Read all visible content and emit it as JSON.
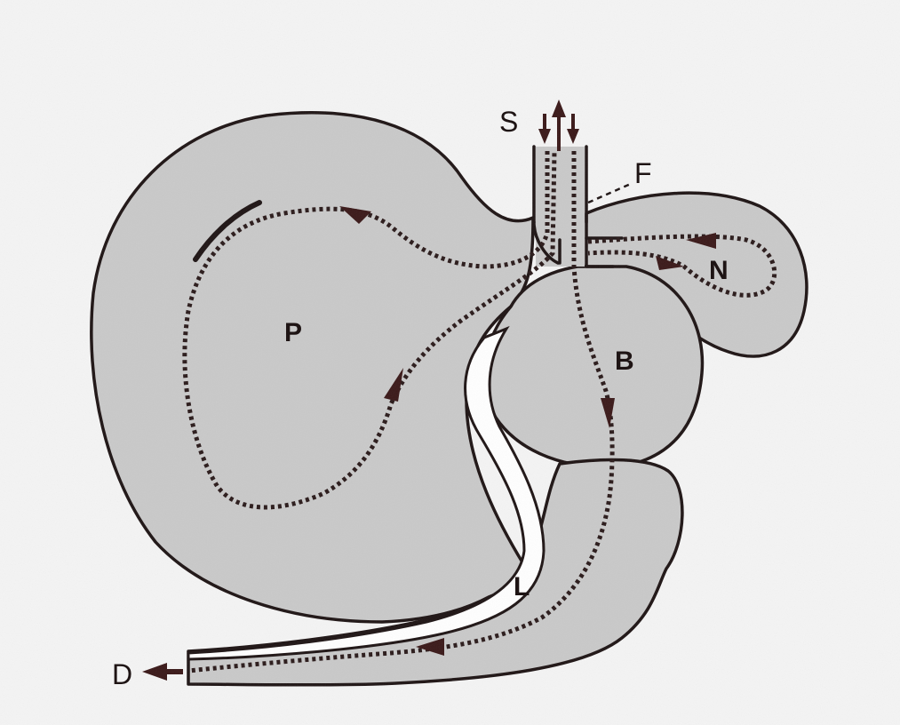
{
  "labels": {
    "S": "S",
    "F": "F",
    "P": "P",
    "N": "N",
    "B": "B",
    "L": "L",
    "D": "D"
  },
  "colors": {
    "organ_fill": "#c9c9c9",
    "outline": "#1e1414",
    "flow": "#2a1a1a",
    "arrow": "#3a1818"
  }
}
